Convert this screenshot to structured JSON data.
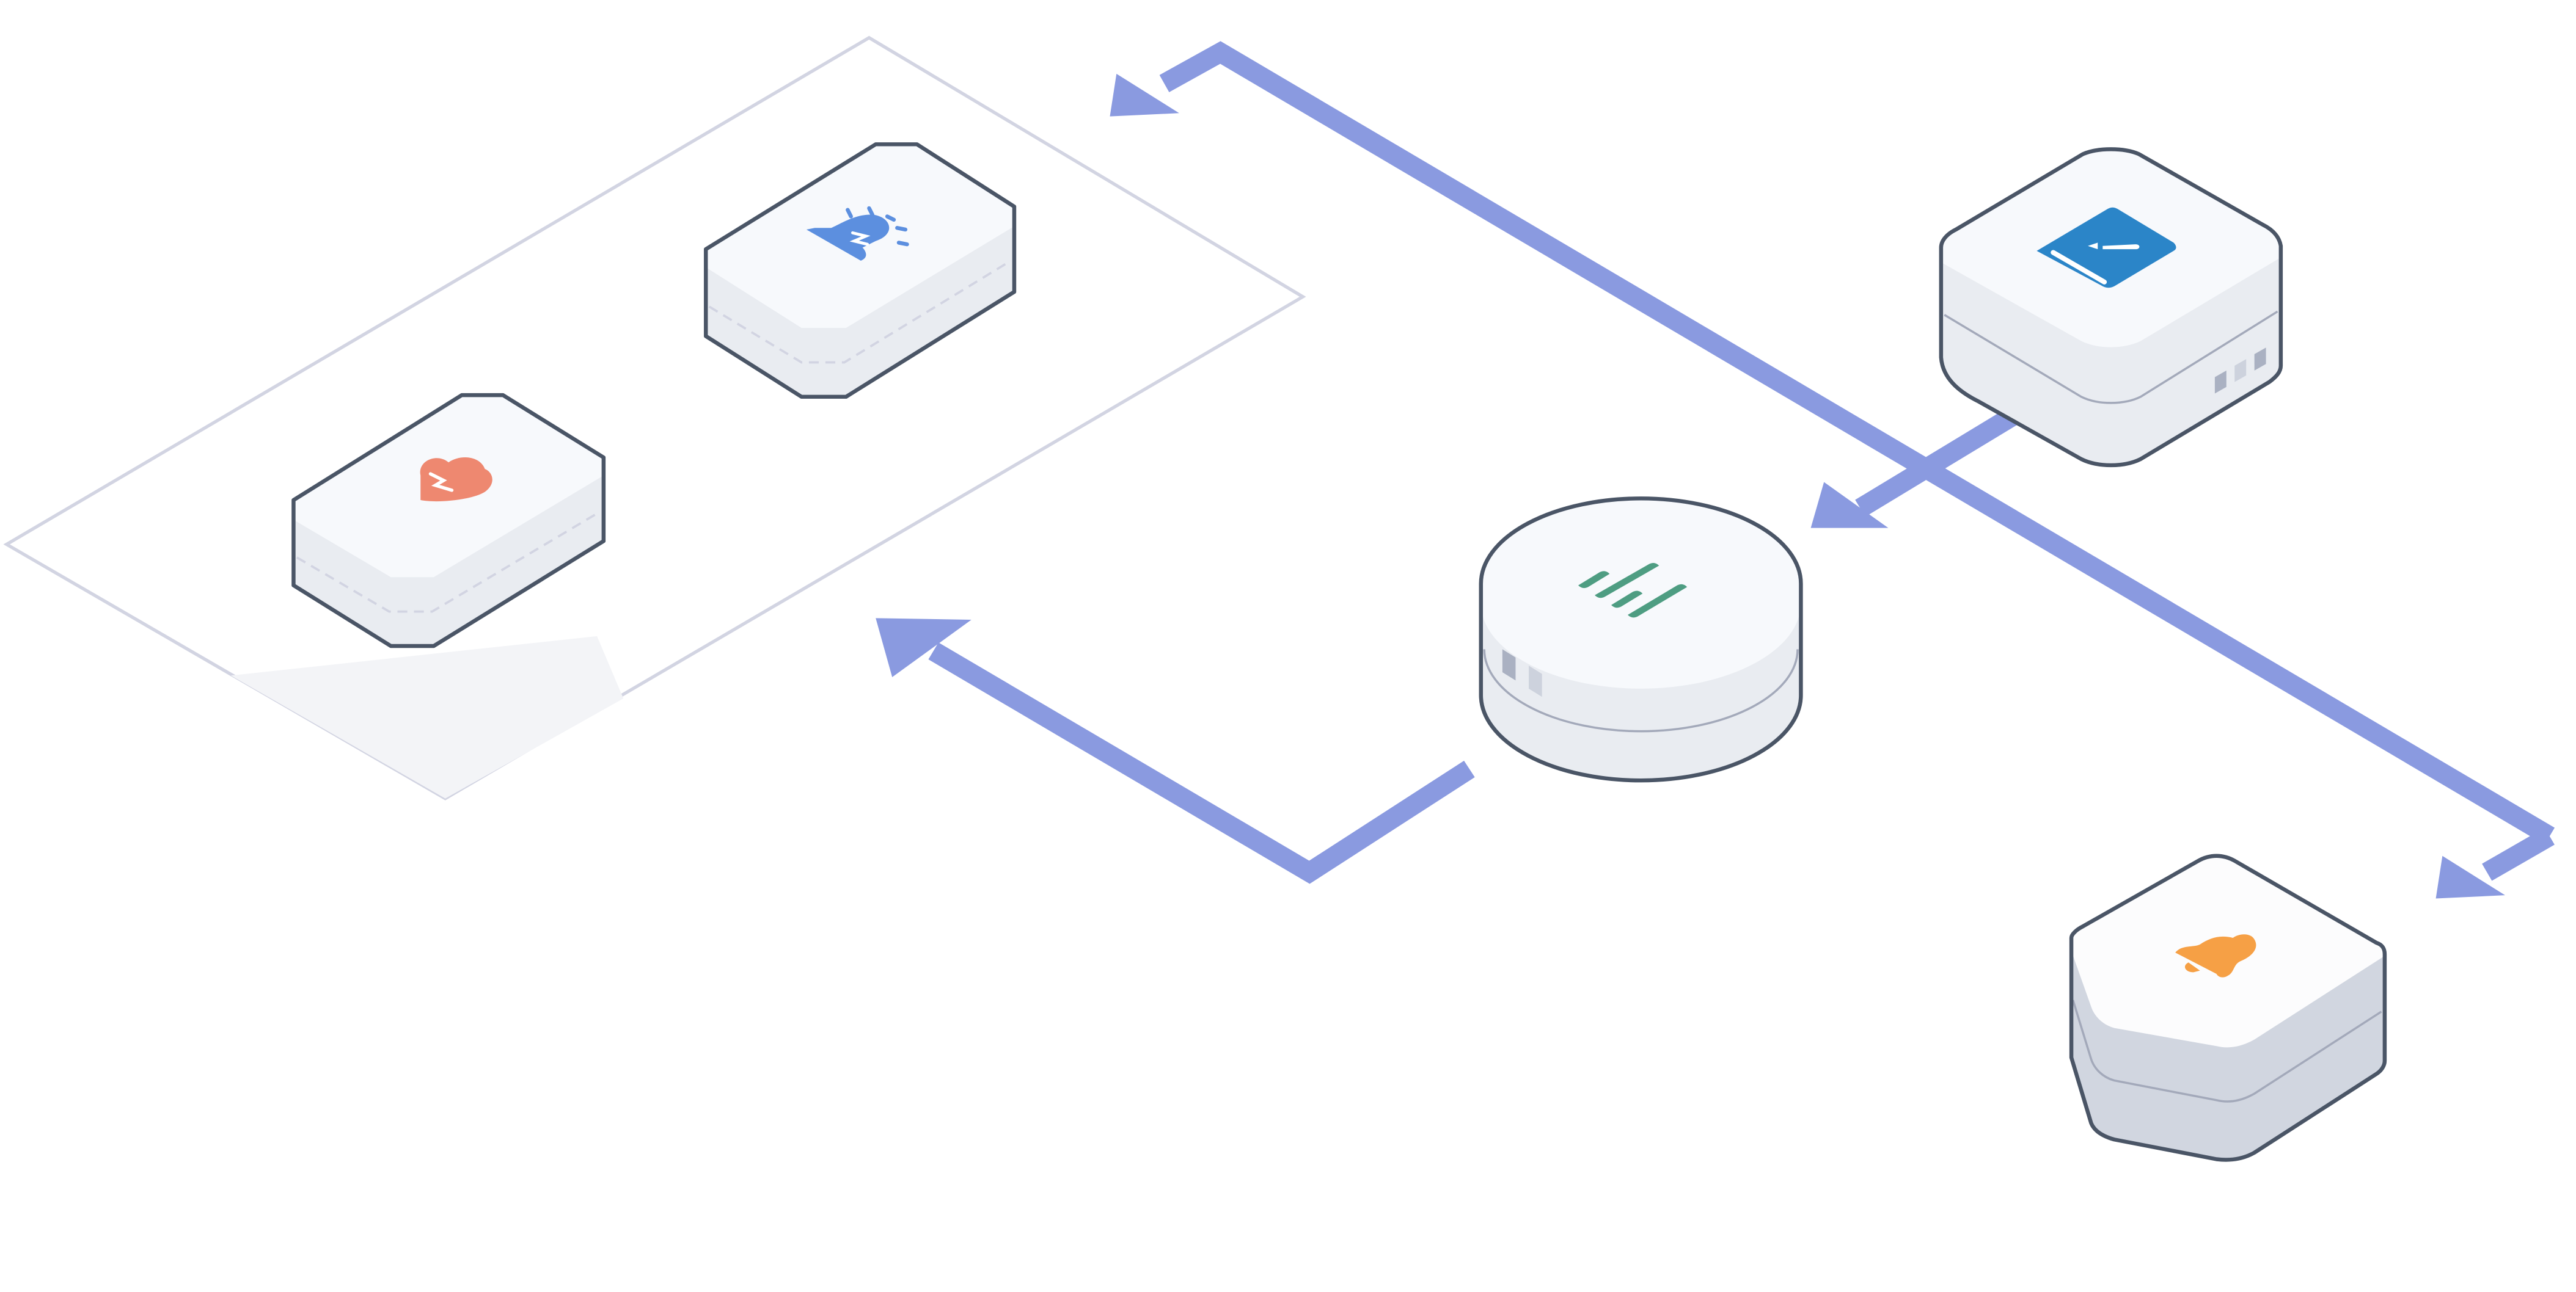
{
  "diagram": {
    "title": "",
    "colors": {
      "flow_arrow": "#8A9AE0",
      "outline": "#4A5566",
      "group_outline": "#D2D4E2",
      "top_face": "#F7F9FC",
      "side_face": "#E9ECF1",
      "shadow": "#F3F4F7"
    },
    "nodes": [
      {
        "id": "broken-heart-node",
        "icon": "broken-heart-icon",
        "icon_color": "#EE8870",
        "shape": "octagon-block",
        "in_group": true
      },
      {
        "id": "alert-node",
        "icon": "alert-beacon-icon",
        "icon_color": "#5C8FDF",
        "shape": "octagon-block",
        "in_group": true
      },
      {
        "id": "editor-node",
        "icon": "pencil-icon",
        "icon_color": "#2B85C8",
        "shape": "rounded-block",
        "in_group": false
      },
      {
        "id": "database-node",
        "icon": "stripes-icon",
        "icon_color": "#4E9D82",
        "shape": "cylinder",
        "in_group": false
      },
      {
        "id": "notification-node",
        "icon": "bell-icon",
        "icon_color": "#F6A045",
        "shape": "tall-block",
        "in_group": false
      }
    ],
    "edges": [
      {
        "id": "flow-to-group",
        "from": "right-bus",
        "to": "service-group"
      },
      {
        "id": "flow-to-notification",
        "from": "right-bus",
        "to": "notification-node"
      },
      {
        "id": "flow-editor-to-database",
        "from": "editor-node",
        "to": "database-node"
      },
      {
        "id": "flow-database-to-group",
        "from": "database-node",
        "to": "service-group"
      }
    ]
  }
}
